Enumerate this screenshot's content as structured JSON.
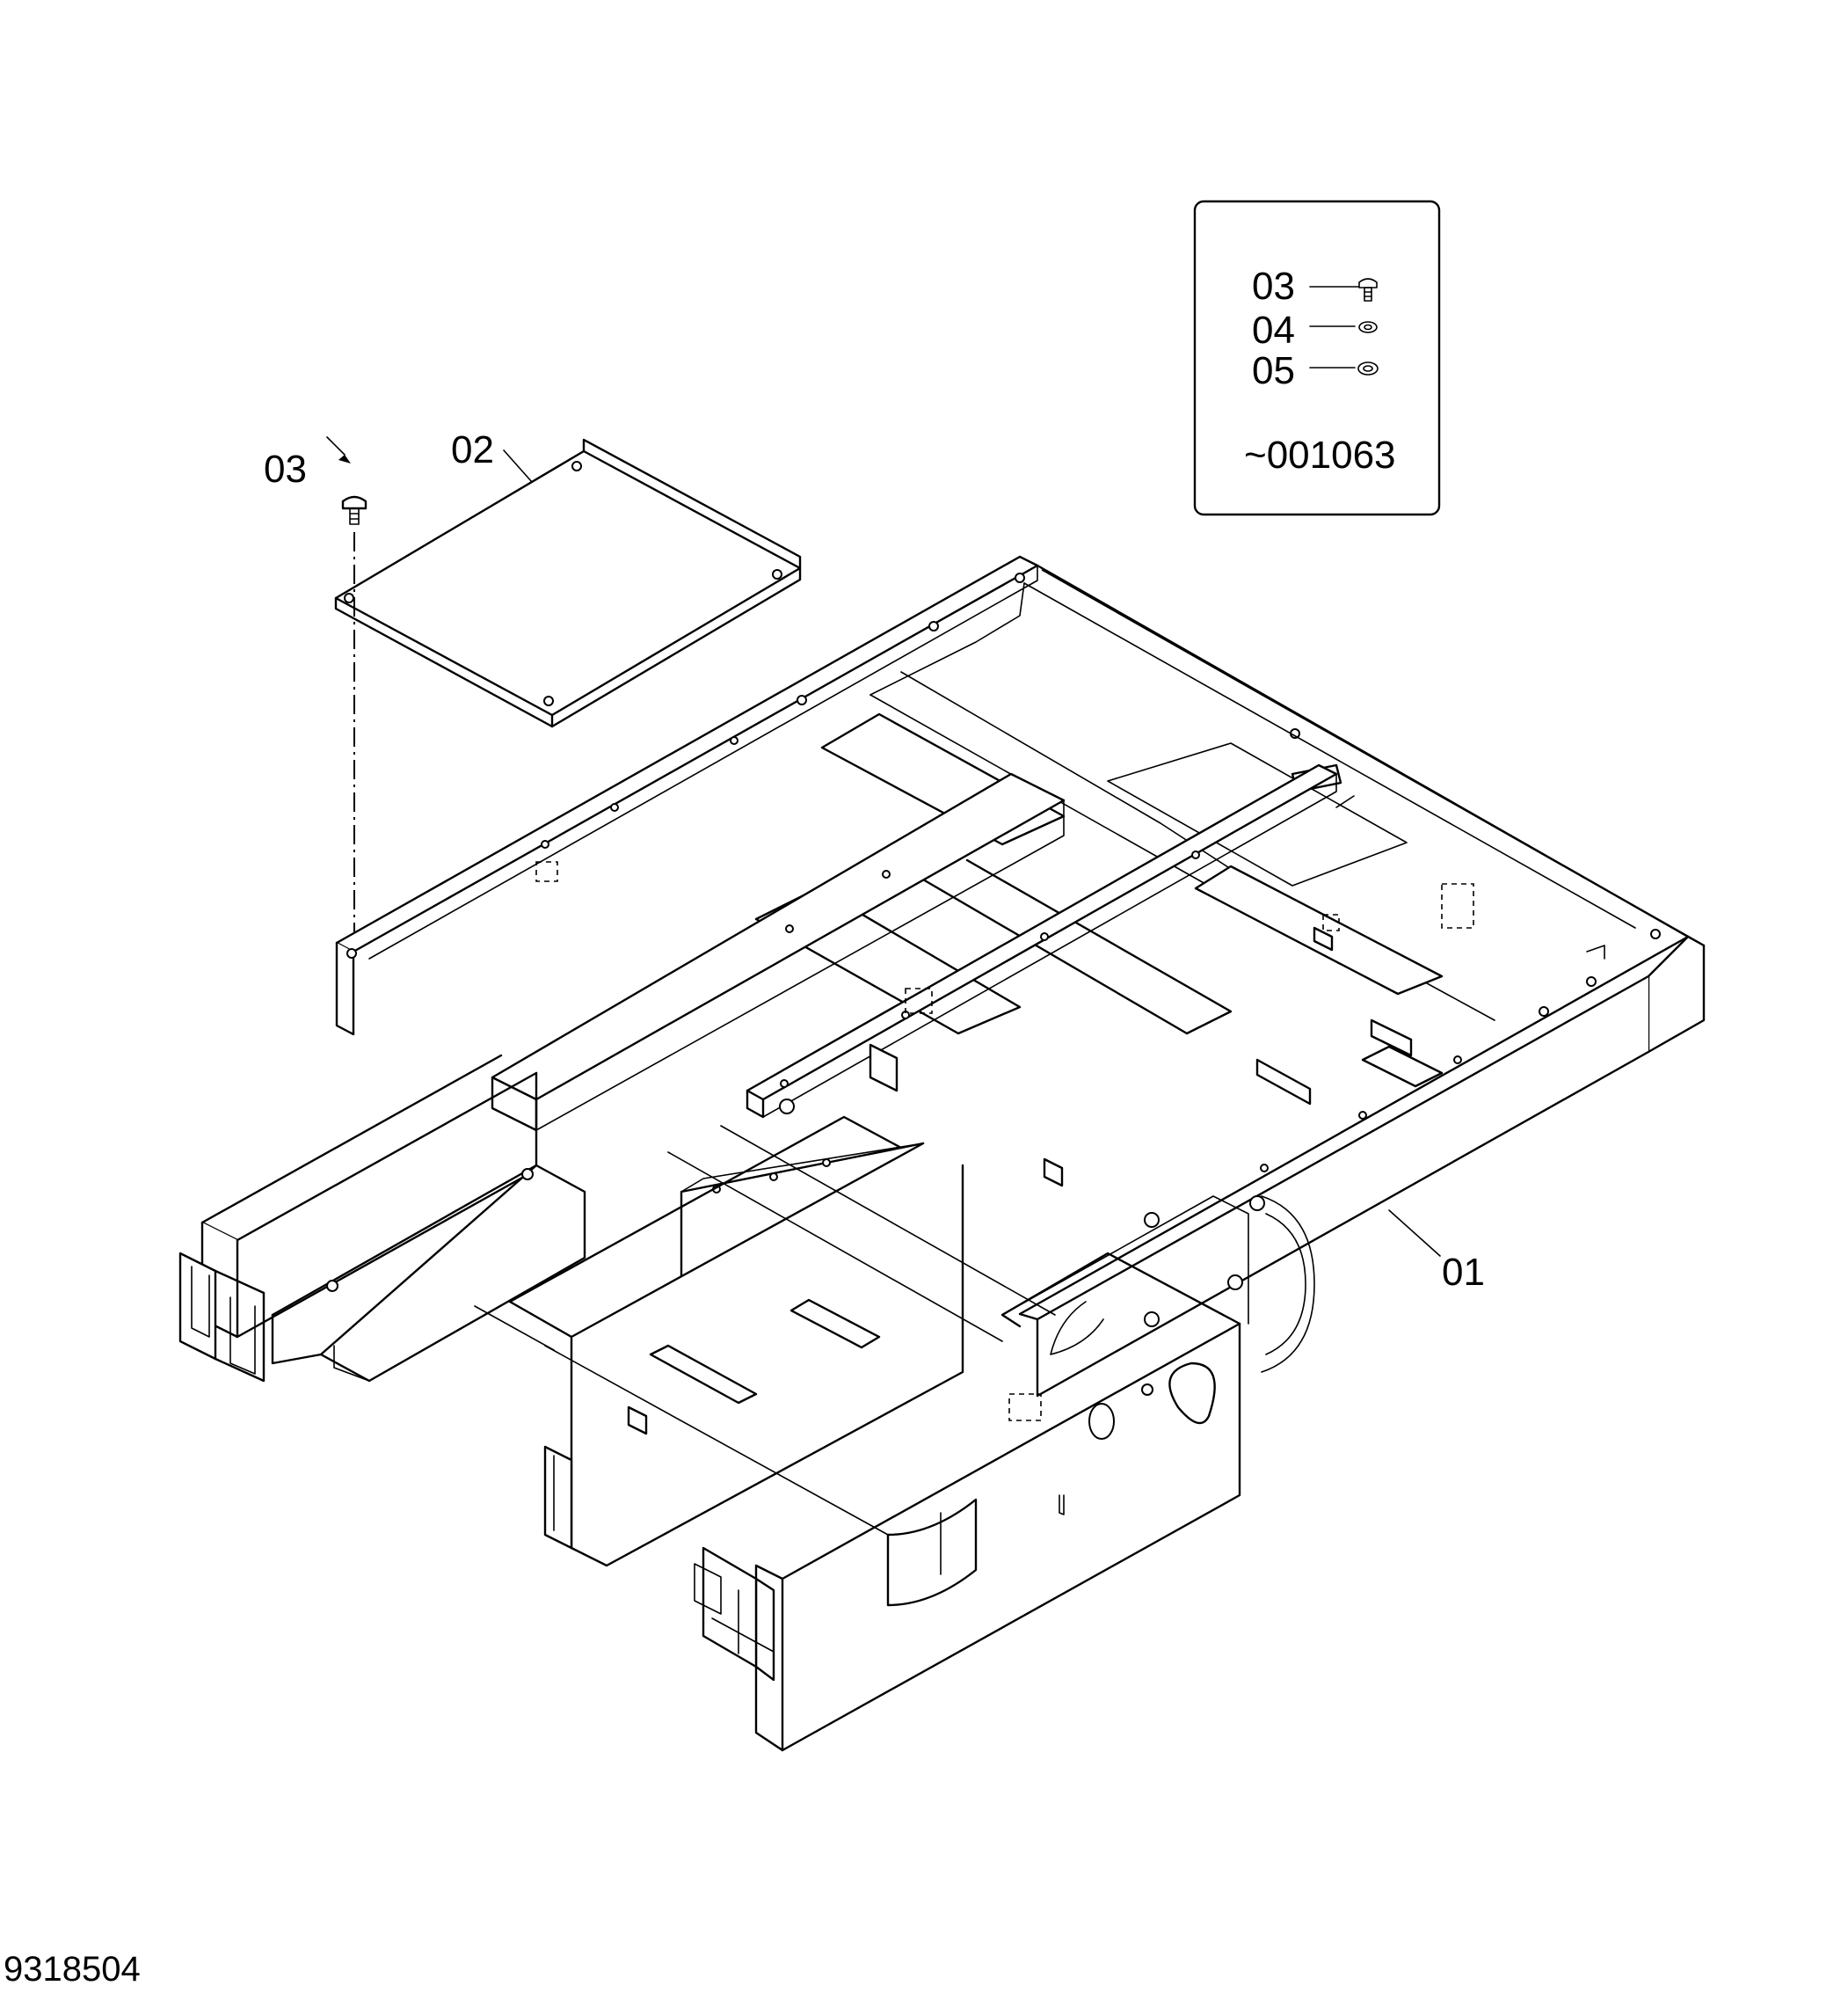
{
  "diagram": {
    "callouts": {
      "frame": "01",
      "cover_plate": "02",
      "bolt_main": "03"
    },
    "inset": {
      "rows": [
        {
          "label": "03",
          "icon": "bolt-icon"
        },
        {
          "label": "04",
          "icon": "spring-washer-icon"
        },
        {
          "label": "05",
          "icon": "flat-washer-icon"
        }
      ],
      "serial_range": "~001063"
    },
    "document_number": "9318504"
  }
}
